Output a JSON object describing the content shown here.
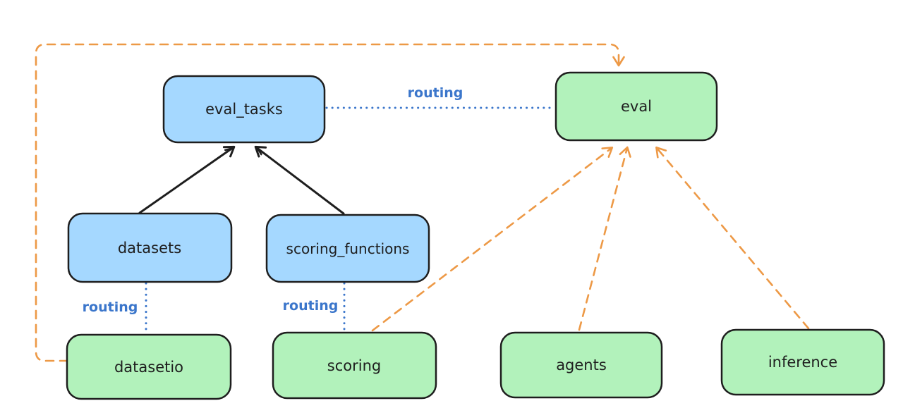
{
  "diagram": {
    "kind": "hand-drawn architecture diagram",
    "nodes": {
      "eval_tasks": {
        "label": "eval_tasks",
        "fill": "#a5d8ff"
      },
      "eval": {
        "label": "eval",
        "fill": "#b2f2bb"
      },
      "datasets": {
        "label": "datasets",
        "fill": "#a5d8ff"
      },
      "scoring_functions": {
        "label": "scoring_functions",
        "fill": "#a5d8ff"
      },
      "datasetio": {
        "label": "datasetio",
        "fill": "#b2f2bb"
      },
      "scoring": {
        "label": "scoring",
        "fill": "#b2f2bb"
      },
      "agents": {
        "label": "agents",
        "fill": "#b2f2bb"
      },
      "inference": {
        "label": "inference",
        "fill": "#b2f2bb"
      }
    },
    "edge_labels": {
      "routing_eval_tasks_to_eval": "routing",
      "routing_datasets_to_datasetio": "routing",
      "routing_scoring_functions_to_scoring": "routing"
    },
    "edges": [
      {
        "from": "datasets",
        "to": "eval_tasks",
        "style": "solid-black-arrow"
      },
      {
        "from": "scoring_functions",
        "to": "eval_tasks",
        "style": "solid-black-arrow"
      },
      {
        "from": "eval_tasks",
        "to": "eval",
        "style": "dotted-blue-line",
        "label": "routing"
      },
      {
        "from": "datasets",
        "to": "datasetio",
        "style": "dotted-blue-line",
        "label": "routing"
      },
      {
        "from": "scoring_functions",
        "to": "scoring",
        "style": "dotted-blue-line",
        "label": "routing"
      },
      {
        "from": "datasetio",
        "to": "eval",
        "style": "dashed-orange-arrow-around-left-top"
      },
      {
        "from": "scoring",
        "to": "eval",
        "style": "dashed-orange-arrow"
      },
      {
        "from": "agents",
        "to": "eval",
        "style": "dashed-orange-arrow"
      },
      {
        "from": "inference",
        "to": "eval",
        "style": "dashed-orange-arrow"
      }
    ],
    "colors": {
      "background": "#ffffff",
      "blue_node_fill": "#a5d8ff",
      "green_node_fill": "#b2f2bb",
      "node_stroke": "#1e1e1e",
      "routing_blue": "#3b76cb",
      "orange_dashed": "#ed9946"
    }
  }
}
